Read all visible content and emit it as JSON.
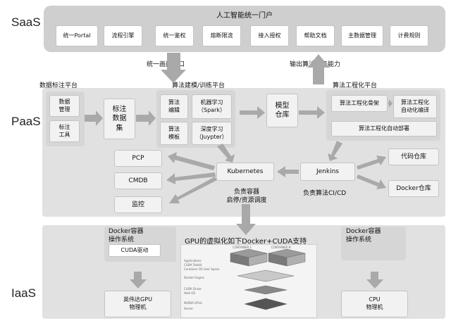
{
  "layers": {
    "saas": "SaaS",
    "paas": "PaaS",
    "iaas": "IaaS"
  },
  "saas": {
    "title": "人工智能统一门户",
    "items": [
      "统一Portal",
      "流程引擎",
      "统一鉴权",
      "熔断限流",
      "接入授权",
      "帮助文档",
      "主数据管理",
      "计费规则"
    ]
  },
  "labels": {
    "unified_entry": "统一画面入口",
    "output_service": "输出算法服务能力",
    "data_platform": "数据标注平台",
    "training_platform": "算法建模/训练平台",
    "engineering_platform": "算法工程化平台",
    "container_duty": "负责容器\n启停/资源调度",
    "ci_duty": "负责算法CI/CD",
    "gpu_virtual": "GPU的虚拟化如下Docker+CUDA支持"
  },
  "paas": {
    "data_mgmt": "数据\n管理",
    "label_tool": "标注\n工具",
    "label_dataset": "标注\n数据\n集",
    "algo_edit": "算法\n编辑",
    "algo_template": "算法\n模板",
    "ml": "机器学习\n（Spark）",
    "dl": "深度学习\n（Juypter）",
    "model_repo": "模型\n仓库",
    "skeleton": "算法工程化骨架",
    "auto_compile": "算法工程化\n自动化编译",
    "auto_deploy": "算法工程化自动部署",
    "pcp": "PCP",
    "cmdb": "CMDB",
    "monitor": "监控",
    "kubernetes": "Kubernetes",
    "jenkins": "Jenkins",
    "code_repo": "代码仓库",
    "docker_repo": "Docker仓库"
  },
  "iaas": {
    "left_docker": "Docker容器\n操作系统",
    "cuda": "CUDA驱动",
    "gpu_machine": "英伟达GPU\n物理机",
    "right_docker": "Docker容器\n操作系统",
    "cpu_machine": "CPU\n物理机",
    "stack_labels": [
      "CONTAINER 1",
      "CONTAINER N",
      "Applications",
      "CUDA Toolkit",
      "Container OS User Space",
      "Docker Engine",
      "CUDA Driver",
      "Host OS",
      "NVIDIA GPUs",
      "Server"
    ]
  }
}
